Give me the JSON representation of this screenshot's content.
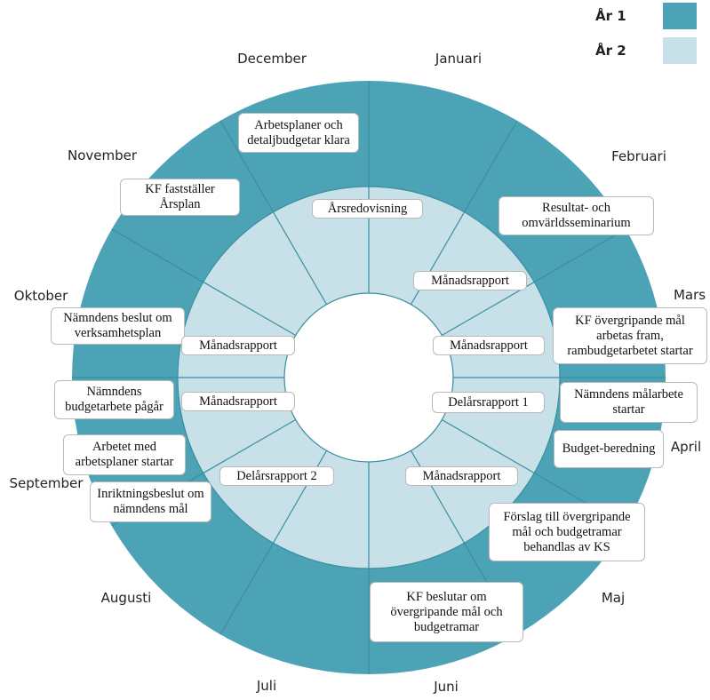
{
  "legend": [
    {
      "label": "År 1",
      "color": "#4ca3b6"
    },
    {
      "label": "År 2",
      "color": "#c8e1e8"
    }
  ],
  "months": [
    "December",
    "Januari",
    "November",
    "Februari",
    "Oktober",
    "Mars",
    "September",
    "April",
    "Augusti",
    "Maj",
    "Juli",
    "Juni"
  ],
  "outer_ring_events": [
    "Arbetsplaner och detaljbudgetar klara",
    "KF fastställer Årsplan",
    "Resultat- och omvärldsseminarium",
    "Nämndens beslut om verksamhetsplan",
    "KF övergripande mål arbetas fram, rambudgetarbetet startar",
    "Nämndens budgetarbete pågår",
    "Nämndens målarbete startar",
    "Arbetet med arbetsplaner startar",
    "Budget-beredning",
    "Inriktningsbeslut om nämndens mål",
    "Förslag till övergripande mål och budgetramar behandlas av KS",
    "KF beslutar om övergripande mål och budgetramar"
  ],
  "inner_ring_events": [
    "Årsredovisning",
    "Månadsrapport",
    "Månadsrapport",
    "Månadsrapport",
    "Månadsrapport",
    "Delårsrapport 1",
    "Månadsrapport",
    "Delårsrapport 2"
  ],
  "colors": {
    "outer_ring": "#4ca3b6",
    "inner_ring": "#c8e1e8",
    "divider": "#3a8ea1"
  }
}
